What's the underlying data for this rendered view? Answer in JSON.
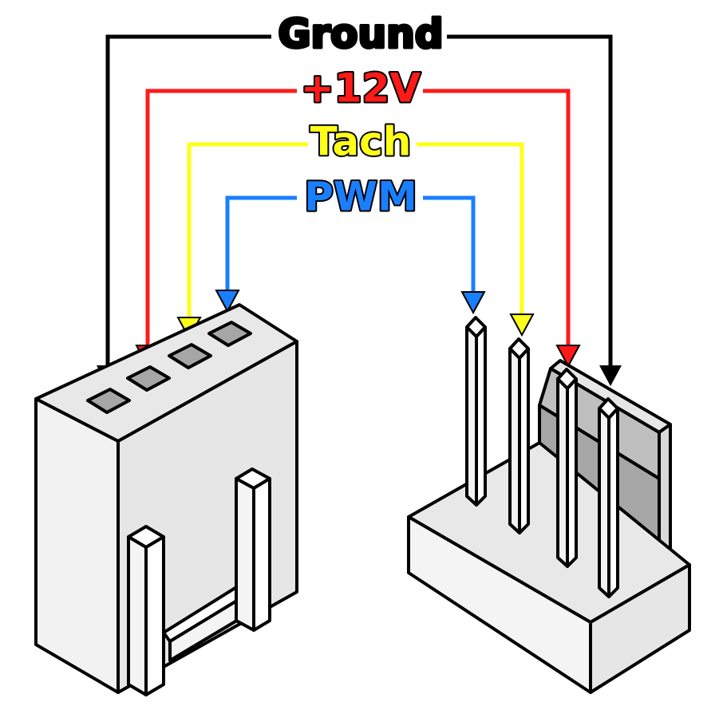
{
  "signals": [
    {
      "key": "ground",
      "label": "Ground",
      "color": "#000000"
    },
    {
      "key": "12v",
      "label": "+12V",
      "color": "#ff1a1a"
    },
    {
      "key": "tach",
      "label": "Tach",
      "color": "#ffff1a"
    },
    {
      "key": "pwm",
      "label": "PWM",
      "color": "#1a7fff"
    }
  ],
  "colors": {
    "housing_face": "#e8e8e8",
    "housing_side": "#f2f2f2",
    "pin_slot": "#a6a6a6",
    "header_wall": "#bfbfbf",
    "outline": "#000000",
    "background": "#ffffff"
  }
}
